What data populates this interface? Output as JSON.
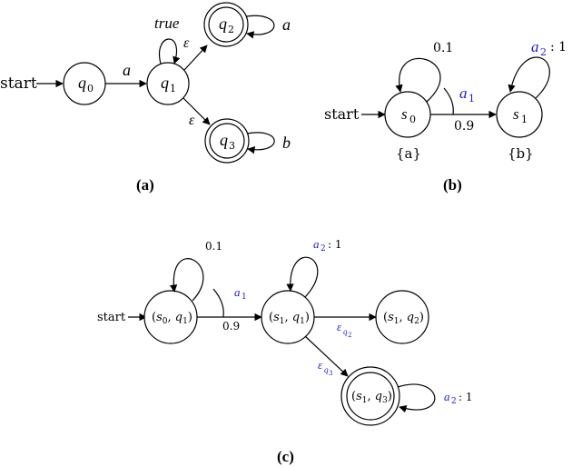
{
  "colors": {
    "action": "#1a1adb",
    "ink": "#000000"
  },
  "panel_a": {
    "caption": "(a)",
    "start": "start",
    "states": [
      {
        "base": "q",
        "sub": "0",
        "accepting": false
      },
      {
        "base": "q",
        "sub": "1",
        "accepting": false
      },
      {
        "base": "q",
        "sub": "2",
        "accepting": true
      },
      {
        "base": "q",
        "sub": "3",
        "accepting": true
      }
    ],
    "edges": {
      "q0_q1": "a",
      "q1_self": "true",
      "q1_q2": "ε",
      "q1_q3": "ε",
      "q2_self": "a",
      "q3_self": "b"
    }
  },
  "panel_b": {
    "caption": "(b)",
    "start": "start",
    "states": [
      {
        "base": "s",
        "sub": "0",
        "labels": "{a}"
      },
      {
        "base": "s",
        "sub": "1",
        "labels": "{b}"
      }
    ],
    "edges": {
      "action_a1": {
        "base": "a",
        "sub": "1"
      },
      "self_s0_prob": "0.1",
      "s0_s1_prob": "0.9",
      "self_s1": {
        "base": "a",
        "sub": "2",
        "prob": ": 1"
      }
    }
  },
  "panel_c": {
    "caption": "(c)",
    "start": "start",
    "states": [
      {
        "name": "s0q1",
        "s_sub": "0",
        "q_sub": "1",
        "accepting": false
      },
      {
        "name": "s1q1",
        "s_sub": "1",
        "q_sub": "1",
        "accepting": false
      },
      {
        "name": "s1q2",
        "s_sub": "1",
        "q_sub": "2",
        "accepting": false
      },
      {
        "name": "s1q3",
        "s_sub": "1",
        "q_sub": "3",
        "accepting": true
      }
    ],
    "edges": {
      "self_s0q1_prob": "0.1",
      "action_a1": {
        "base": "a",
        "sub": "1"
      },
      "s0q1_s1q1_prob": "0.9",
      "self_s1q1": {
        "base": "a",
        "sub": "2",
        "prob": ": 1"
      },
      "eps_q2": {
        "base": "ε",
        "sub": "q",
        "subsub": "2"
      },
      "eps_q3": {
        "base": "ε",
        "sub": "q",
        "subsub": "3"
      },
      "self_s1q3": {
        "base": "a",
        "sub": "2",
        "prob": ": 1"
      }
    }
  }
}
